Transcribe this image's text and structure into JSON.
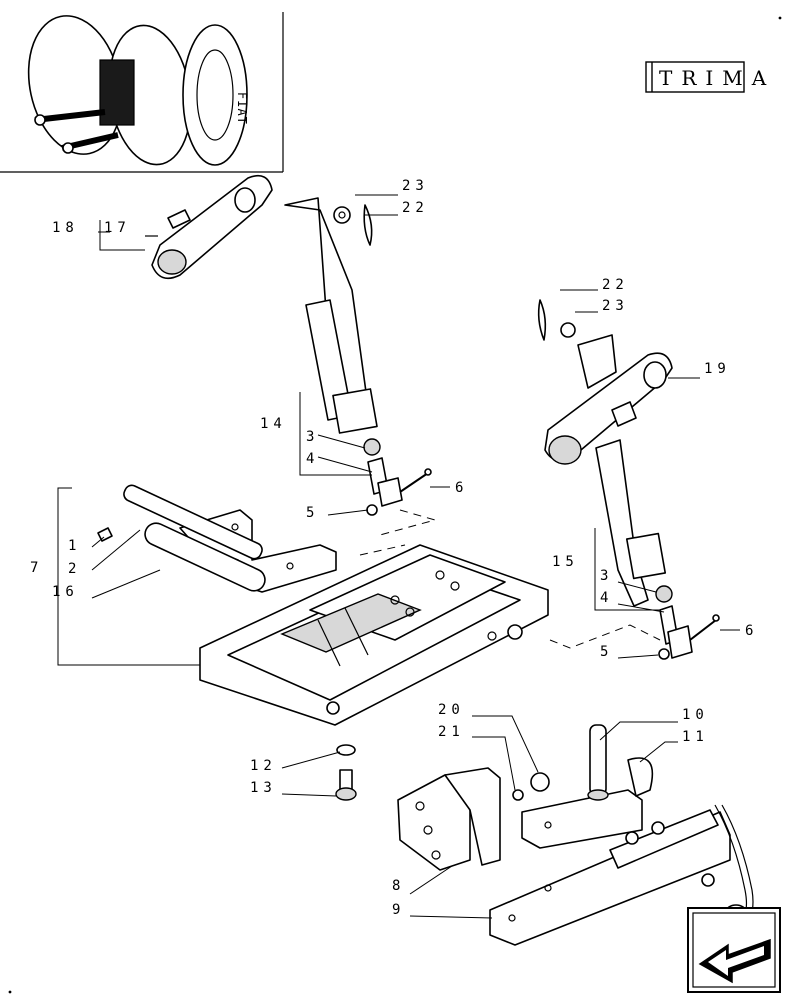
{
  "brand": {
    "label": "TRIMA"
  },
  "callouts": {
    "c18": "18",
    "c17": "17",
    "c23a": "23",
    "c22a": "22",
    "c14": "14",
    "c3a": "3",
    "c4a": "4",
    "c6a": "6",
    "c5a": "5",
    "c7": "7",
    "c1": "1",
    "c2": "2",
    "c16": "16",
    "c22b": "22",
    "c23b": "23",
    "c19": "19",
    "c15": "15",
    "c3b": "3",
    "c4b": "4",
    "c6b": "6",
    "c5b": "5",
    "c20": "20",
    "c21": "21",
    "c10": "10",
    "c11": "11",
    "c12": "12",
    "c13": "13",
    "c8": "8",
    "c9": "9"
  },
  "icons": {
    "tractor_thumbnail": "tractor-location-icon",
    "navigation": "next-page-arrow-icon"
  }
}
